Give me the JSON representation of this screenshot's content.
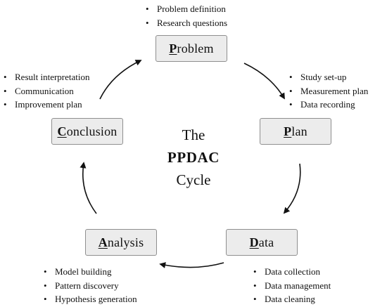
{
  "center": {
    "line1": "The",
    "line2": "PPDAC",
    "line3": "Cycle"
  },
  "stages": {
    "problem": {
      "initial": "P",
      "rest": "roblem",
      "bullets": [
        "Problem definition",
        "Research questions"
      ]
    },
    "plan": {
      "initial": "P",
      "rest": "lan",
      "bullets": [
        "Study set-up",
        "Measurement plan",
        "Data recording"
      ]
    },
    "data": {
      "initial": "D",
      "rest": "ata",
      "bullets": [
        "Data collection",
        "Data management",
        "Data cleaning"
      ]
    },
    "analysis": {
      "initial": "A",
      "rest": "nalysis",
      "bullets": [
        "Model building",
        "Pattern discovery",
        "Hypothesis generation"
      ]
    },
    "conclusion": {
      "initial": "C",
      "rest": "onclusion",
      "bullets": [
        "Result interpretation",
        "Communication",
        "Improvement plan"
      ]
    }
  },
  "colors": {
    "box_fill": "#ececec",
    "box_border": "#8f8f8f",
    "text": "#111111"
  }
}
